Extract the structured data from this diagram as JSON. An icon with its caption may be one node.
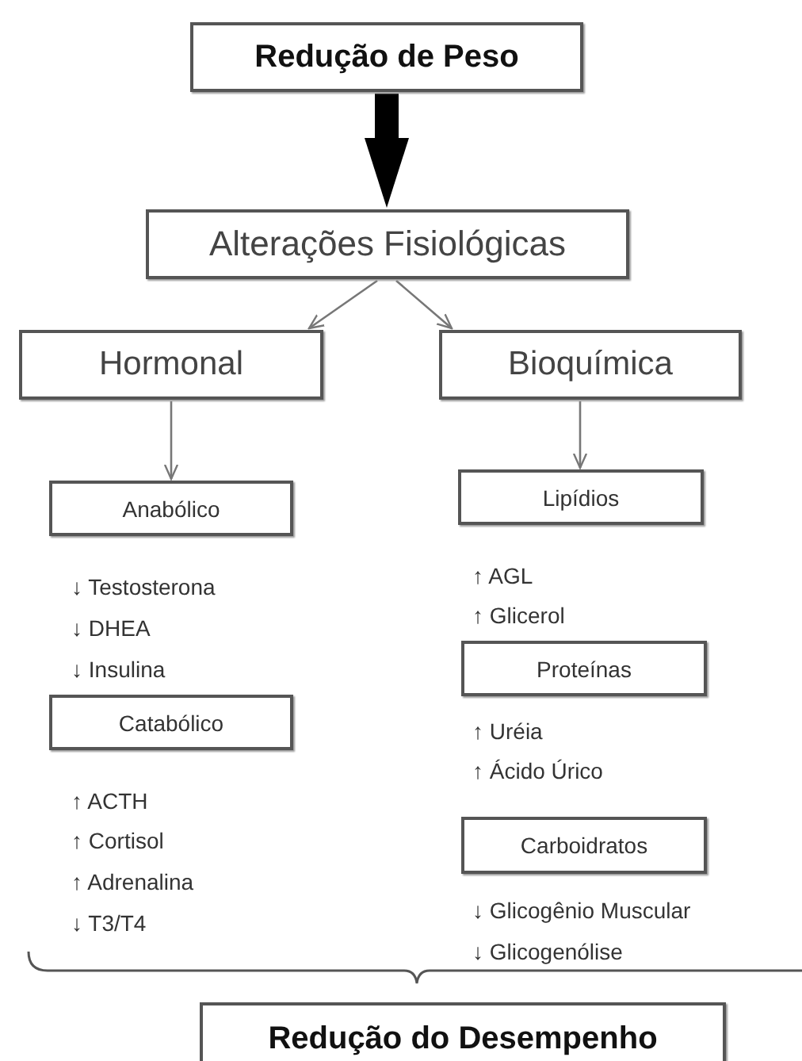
{
  "diagram": {
    "nodes": [
      {
        "text": [
          "Redução de Peso"
        ]
      },
      {
        "text": [
          "Alterações Fisiológicas"
        ]
      },
      {
        "text": [
          "Hormonal"
        ]
      },
      {
        "text": [
          "Bioquímica"
        ]
      },
      {
        "text": [
          "Anabólico"
        ]
      },
      {
        "text": [
          "Catabólico"
        ]
      },
      {
        "text": [
          "Lipídios"
        ]
      },
      {
        "text": [
          "Proteínas"
        ]
      },
      {
        "text": [
          "Carboidratos"
        ]
      },
      {
        "text": [
          "Redução do Desempenho"
        ]
      }
    ],
    "edges": [
      {
        "from": 0,
        "to": 1,
        "arrow": "to",
        "style": "thick",
        "color": "#000000"
      },
      {
        "from": 1,
        "to": 2,
        "arrow": "to"
      },
      {
        "from": 1,
        "to": 3,
        "arrow": "to"
      },
      {
        "from": 2,
        "to": 4,
        "arrow": "to"
      },
      {
        "from": 3,
        "to": 6,
        "arrow": "to"
      }
    ],
    "labels": [
      "↓ Testosterona",
      "↓ DHEA",
      "↓ Insulina",
      "↑ ACTH",
      "↑ Cortisol",
      "↑ Adrenalina",
      "↓ T3/T4",
      "↑ AGL",
      "↑ Glicerol",
      "↑ Uréia",
      "↑ Ácido Úrico",
      "↓ Glicogênio Muscular",
      "↓ Glicogenólise"
    ]
  }
}
